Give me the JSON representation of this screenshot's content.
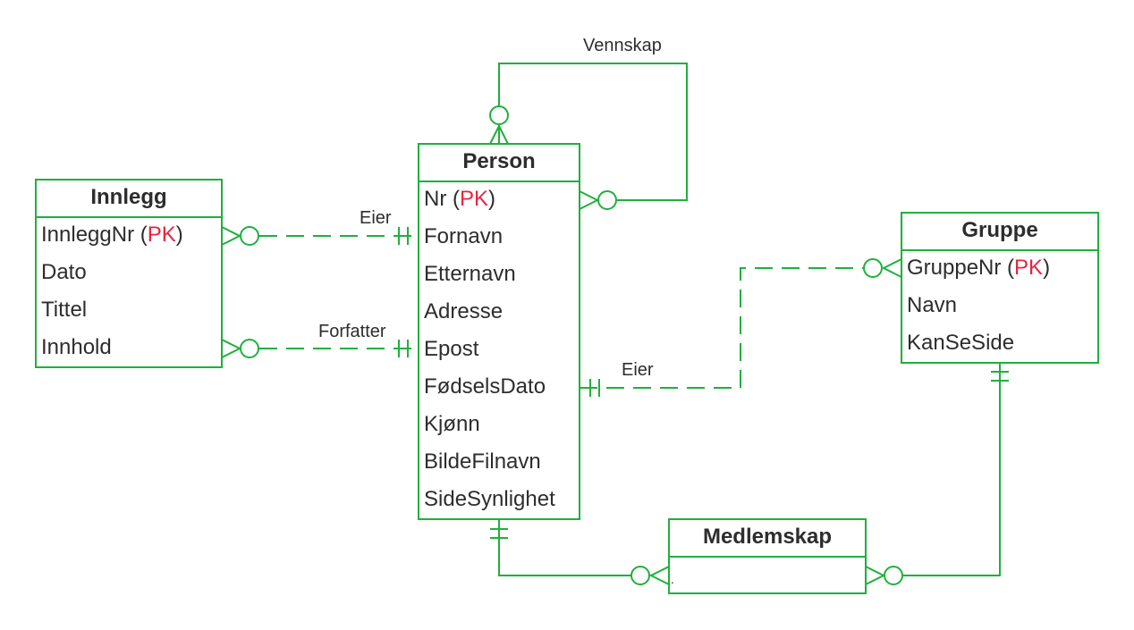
{
  "entities": {
    "person": {
      "title": "Person",
      "attributes": [
        {
          "name": "Nr",
          "pk": "PK"
        },
        {
          "name": "Fornavn"
        },
        {
          "name": "Etternavn"
        },
        {
          "name": "Adresse"
        },
        {
          "name": "Epost"
        },
        {
          "name": "FødselsDato"
        },
        {
          "name": "Kjønn"
        },
        {
          "name": "BildeFilnavn"
        },
        {
          "name": "SideSynlighet"
        }
      ]
    },
    "innlegg": {
      "title": "Innlegg",
      "attributes": [
        {
          "name": "InnleggNr",
          "pk": "PK"
        },
        {
          "name": "Dato"
        },
        {
          "name": "Tittel"
        },
        {
          "name": "Innhold"
        }
      ]
    },
    "gruppe": {
      "title": "Gruppe",
      "attributes": [
        {
          "name": "GruppeNr",
          "pk": "PK"
        },
        {
          "name": "Navn"
        },
        {
          "name": "KanSeSide"
        }
      ]
    },
    "medlemskap": {
      "title": "Medlemskap",
      "attributes": [
        {
          "name": "."
        }
      ]
    }
  },
  "relationships": {
    "vennskap": "Vennskap",
    "person_innlegg_eier": "Eier",
    "person_innlegg_forfatter": "Forfatter",
    "person_gruppe_eier": "Eier"
  },
  "colors": {
    "line": "#1fb03c",
    "primary_key": "#e8253f",
    "text": "#2d2d2d"
  }
}
